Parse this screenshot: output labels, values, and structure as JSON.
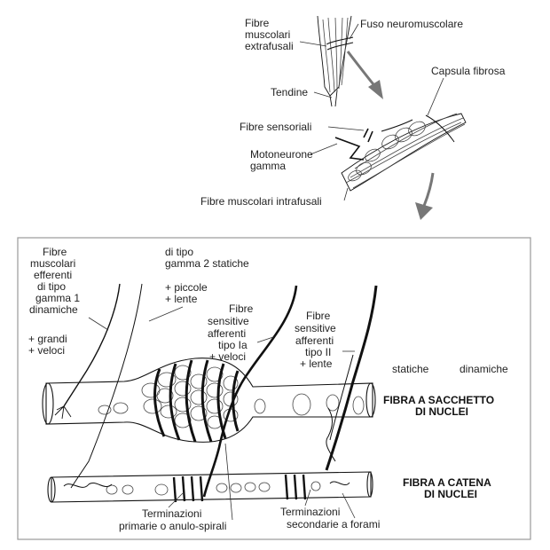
{
  "top": {
    "extrafusal": [
      "Fibre",
      "muscolari",
      "extrafusali"
    ],
    "spindle": "Fuso neuromuscolare",
    "tendon": "Tendine",
    "capsule": "Capsula fibrosa",
    "sensory": "Fibre sensoriali",
    "motoneuron": [
      "Motoneurone",
      "gamma"
    ],
    "intrafusal": "Fibre muscolari intrafusali"
  },
  "detail": {
    "efferent": [
      "Fibre",
      "muscolari",
      "efferenti",
      "di tipo",
      "gamma 1",
      "dinamiche"
    ],
    "gamma1_props": [
      "+ grandi",
      "+ veloci"
    ],
    "gamma2": [
      "di tipo",
      "gamma 2 statiche"
    ],
    "gamma2_props": [
      "+ piccole",
      "+ lente"
    ],
    "ia": [
      "Fibre",
      "sensitive",
      "afferenti",
      "tipo Ia",
      "+ veloci"
    ],
    "ii": [
      "Fibre",
      "sensitive",
      "afferenti",
      "tipo II",
      "+ lente"
    ],
    "statiche": "statiche",
    "dinamiche": "dinamiche",
    "bag": [
      "FIBRA A SACCHETTO",
      "DI NUCLEI"
    ],
    "chain": [
      "FIBRA A CATENA",
      "DI NUCLEI"
    ],
    "primary": [
      "Terminazioni",
      "primarie o anulo-spirali"
    ],
    "secondary": [
      "Terminazioni",
      "secondarie a forami"
    ]
  },
  "colors": {
    "ink": "#111111",
    "frame": "#9a9a9a",
    "arrow": "#777777"
  }
}
